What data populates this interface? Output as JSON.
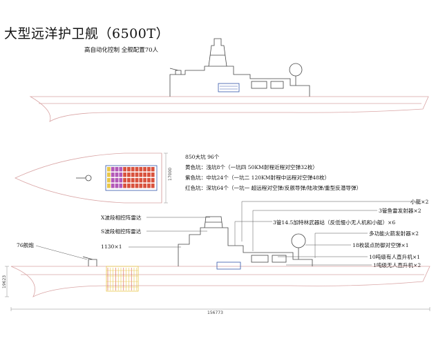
{
  "title": "大型远洋护卫舰（6500T）",
  "subtitle": "高自动化控制  全舰配置70人",
  "vls_notes": [
    "850大坑  96个",
    "黄色坑：浅坑8个（一坑四 50KM射程近程对空弹32枚）",
    "紫色坑：中坑24个（一坑二 120KM射程中远程对空弹48枚）",
    "红色坑：深坑64个（一坑一  超远程对空弹/反舰导弹/陆攻弹/重型反潜导弹）"
  ],
  "left_labels": {
    "x_radar": "X波段相控阵雷达",
    "s_radar": "S波段相控阵雷达",
    "gun": "76舰炮",
    "ciws": "1130×1"
  },
  "right_labels": [
    "小艇×2",
    "3管鱼雷发射器×2",
    "3管14.5加特林武器站（反低慢小无人机和小艇）×6",
    "多功能火箭发射器×2",
    "18枚装点防御对空弹×1",
    "10吨级有人直升机×1",
    "1吨级无人直升机×2"
  ],
  "dimensions": {
    "beam": "17000",
    "height": "19623",
    "length": "156773"
  },
  "colors": {
    "hull_line": "#d9a4a4",
    "superstructure_line": "#444444",
    "cell_red": "#d9533f",
    "cell_purple": "#b35ab8",
    "cell_yellow": "#e8c64a",
    "vls_outline": "#3355aa"
  },
  "vls_grid": {
    "rows": 4,
    "cols": 12,
    "yellow_cols": 1,
    "purple_cols": 3
  }
}
